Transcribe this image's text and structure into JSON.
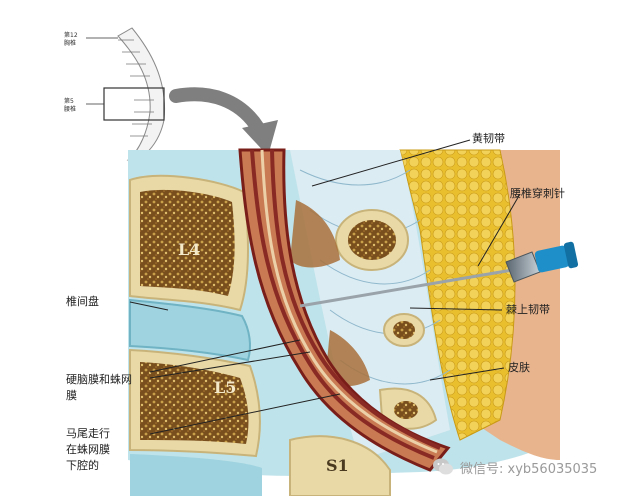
{
  "inset": {
    "top_label_line1": "第12",
    "top_label_line2": "胸椎",
    "bottom_label_line1": "第5",
    "bottom_label_line2": "腰椎"
  },
  "labels": {
    "ligamentum_flavum": "黄韧带",
    "spinal_needle": "腰椎穿刺针",
    "intervertebral_disc": "椎间盘",
    "supraspinous_ligament": "棘上韧带",
    "dura_arachnoid_line1": "硬脑膜和蛛网",
    "dura_arachnoid_line2": "膜",
    "skin": "皮肤",
    "cauda_line1": "马尾走行",
    "cauda_line2": "在蛛网膜",
    "cauda_line3": "下腔的"
  },
  "vertebra_labels": {
    "upper": "L4",
    "middle": "L5",
    "bottom": "S1"
  },
  "watermark": {
    "text": "微信号: xyb56035035"
  },
  "colors": {
    "bone": "#e9d9a6",
    "marrow": "#7a4f1e",
    "disc": "#9fd3df",
    "dura": "#8a2a24",
    "fat": "#e9bf2e",
    "skin": "#e8b48e"
  }
}
